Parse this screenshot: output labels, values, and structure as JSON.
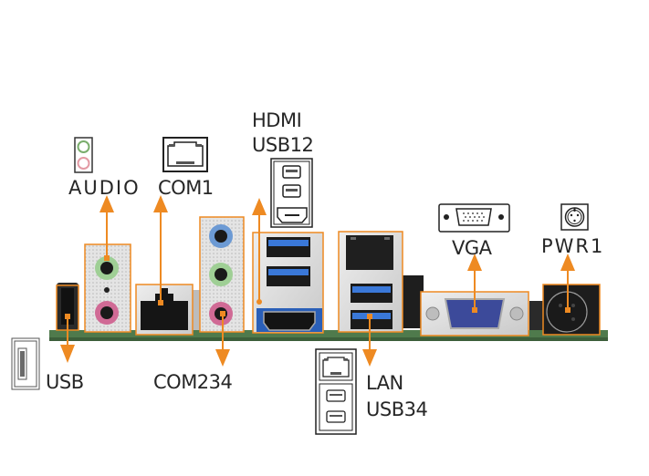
{
  "title": "Rear I/O panel connector diagram",
  "accent_color": "#ee8a22",
  "pcb_color": "#4f7a4c",
  "labels": {
    "audio": "AUDIO",
    "com1": "COM1",
    "hdmi": "HDMI",
    "usb12": "USB12",
    "vga": "VGA",
    "pwr1": "PWR1",
    "usb": "USB",
    "com234": "COM234",
    "lan": "LAN",
    "usb34": "USB34"
  },
  "legend_icons": [
    {
      "id": "audio",
      "icon": "audio-jacks-icon"
    },
    {
      "id": "com1",
      "icon": "rj45-port-icon"
    },
    {
      "id": "hdmi-usb12",
      "icon": "usb-hdmi-stack-icon"
    },
    {
      "id": "vga",
      "icon": "vga-port-icon"
    },
    {
      "id": "pwr1",
      "icon": "din-power-icon"
    },
    {
      "id": "usb",
      "icon": "usb-port-icon"
    },
    {
      "id": "lan-usb34",
      "icon": "lan-usb-stack-icon"
    }
  ],
  "connectors": [
    {
      "id": "usb",
      "label": "USB",
      "arrow": "down"
    },
    {
      "id": "audio",
      "label": "AUDIO",
      "arrow": "up"
    },
    {
      "id": "com1",
      "label": "COM1",
      "arrow": "up"
    },
    {
      "id": "com234",
      "label": "COM234",
      "arrow": "down"
    },
    {
      "id": "hdmi-usb12",
      "label": "HDMI USB12",
      "arrow": "up"
    },
    {
      "id": "lan-usb34",
      "label": "LAN USB34",
      "arrow": "down"
    },
    {
      "id": "vga",
      "label": "VGA",
      "arrow": "up"
    },
    {
      "id": "pwr1",
      "label": "PWR1",
      "arrow": "up"
    }
  ]
}
